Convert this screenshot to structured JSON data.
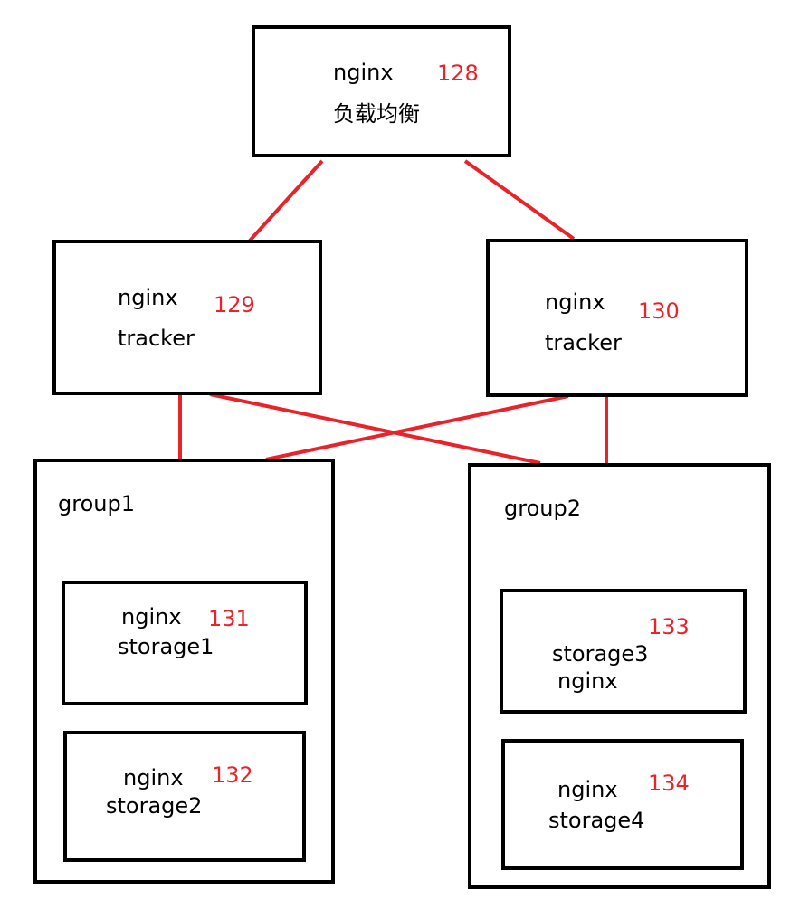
{
  "colors": {
    "box_border": "#000000",
    "link": "#e8232a",
    "number": "#e8232a",
    "text": "#000000"
  },
  "top": {
    "line1": "nginx",
    "line2": "负载均衡",
    "id": "128"
  },
  "tracker_left": {
    "line1": "nginx",
    "line2": "tracker",
    "id": "129"
  },
  "tracker_right": {
    "line1": "nginx",
    "line2": "tracker",
    "id": "130"
  },
  "group1": {
    "label": "group1",
    "node_a": {
      "line1": "nginx",
      "line2": "storage1",
      "id": "131"
    },
    "node_b": {
      "line1": "nginx",
      "line2": "storage2",
      "id": "132"
    }
  },
  "group2": {
    "label": "group2",
    "node_a": {
      "line1": "storage3",
      "line2": "nginx",
      "id": "133"
    },
    "node_b": {
      "line1": "nginx",
      "line2": "storage4",
      "id": "134"
    }
  }
}
